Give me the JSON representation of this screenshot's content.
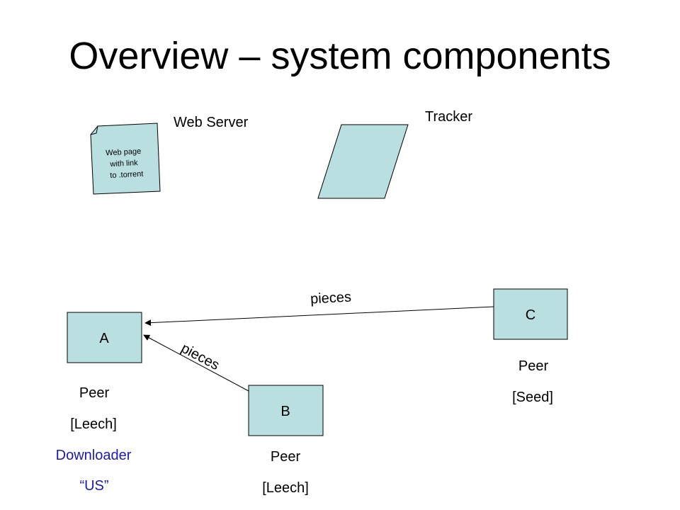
{
  "slide": {
    "title": "Overview – system components"
  },
  "web_server": {
    "label": "Web Server",
    "page_note_lines": [
      "Web page",
      "with link",
      "to .torrent"
    ]
  },
  "tracker": {
    "label": "Tracker"
  },
  "peers": {
    "a": {
      "box_label": "A",
      "caption_lines": [
        "Peer",
        "[Leech]",
        "Downloader",
        "“US”"
      ]
    },
    "b": {
      "box_label": "B",
      "caption_lines": [
        "Peer",
        "[Leech]"
      ]
    },
    "c": {
      "box_label": "C",
      "caption_lines": [
        "Peer",
        "[Seed]"
      ]
    }
  },
  "edges": {
    "c_to_a": "pieces",
    "b_to_a": "pieces"
  },
  "colors": {
    "node_fill": "#b9dfe1",
    "node_stroke": "#000000",
    "highlight_text": "#1a1ab8"
  }
}
